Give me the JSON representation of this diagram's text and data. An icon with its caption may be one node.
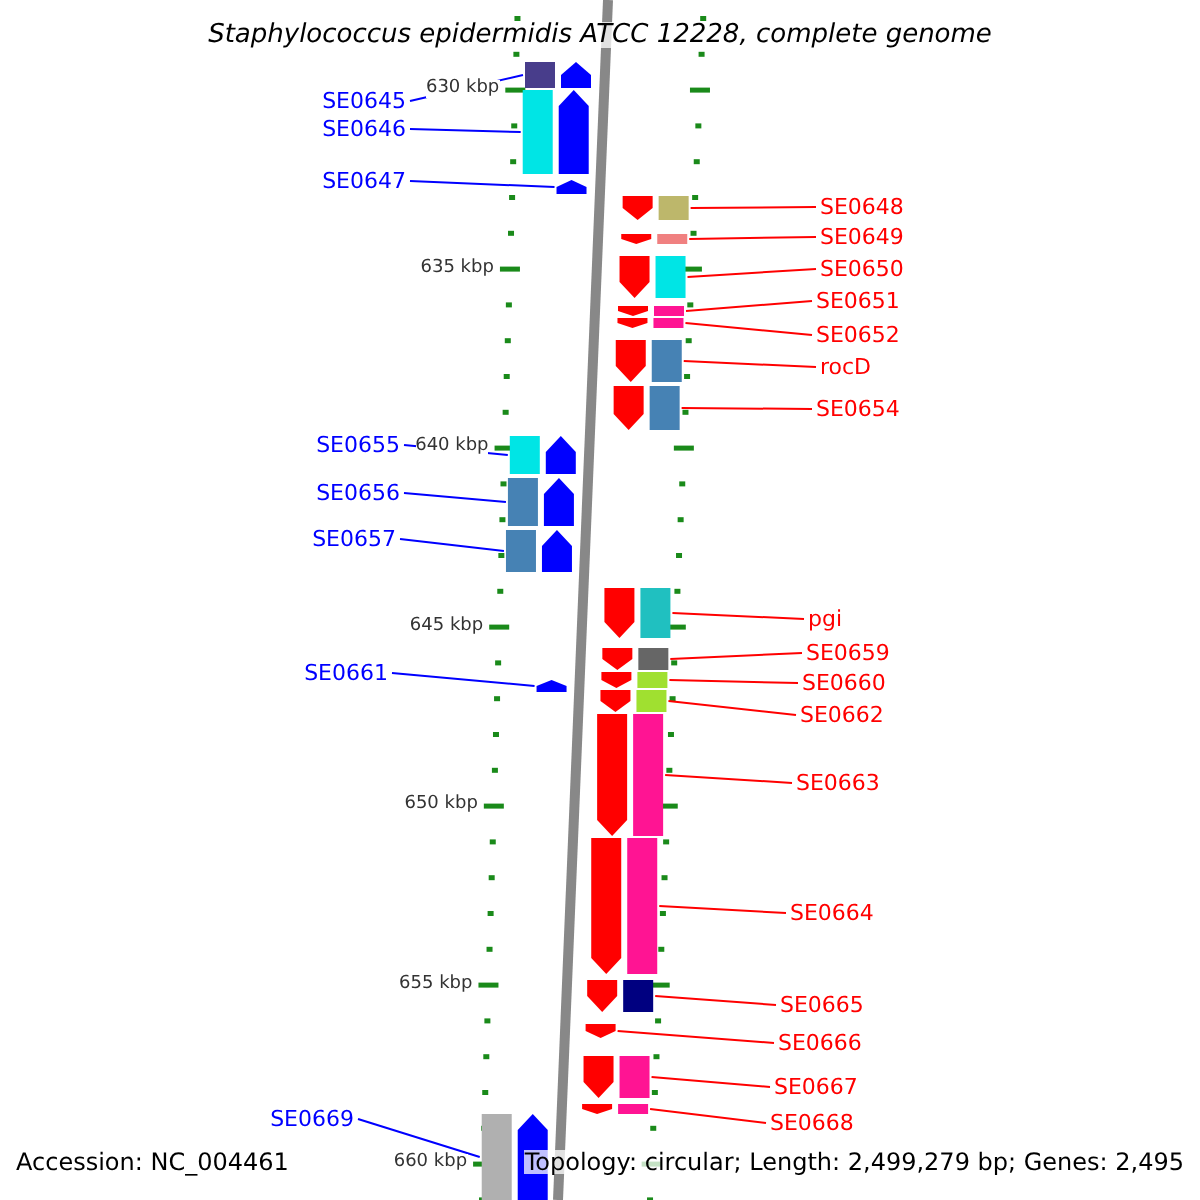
{
  "diagram": {
    "title": "Staphylococcus epidermidis ATCC 12228, complete genome",
    "nodes": [
      {
        "text": [
          "SE0645"
        ]
      },
      {
        "text": [
          "SE0646"
        ]
      },
      {
        "text": [
          "SE0647"
        ]
      },
      {
        "text": [
          "SE0648"
        ]
      },
      {
        "text": [
          "SE0649"
        ]
      },
      {
        "text": [
          "SE0650"
        ]
      },
      {
        "text": [
          "SE0651"
        ]
      },
      {
        "text": [
          "SE0652"
        ]
      },
      {
        "text": [
          "rocD"
        ]
      },
      {
        "text": [
          "SE0654"
        ]
      },
      {
        "text": [
          "SE0655"
        ]
      },
      {
        "text": [
          "SE0656"
        ]
      },
      {
        "text": [
          "SE0657"
        ]
      },
      {
        "text": [
          "pgi"
        ]
      },
      {
        "text": [
          "SE0659"
        ]
      },
      {
        "text": [
          "SE0661"
        ]
      },
      {
        "text": [
          "SE0660"
        ]
      },
      {
        "text": [
          "SE0662"
        ]
      },
      {
        "text": [
          "SE0663"
        ]
      },
      {
        "text": [
          "SE0664"
        ]
      },
      {
        "text": [
          "SE0665"
        ]
      },
      {
        "text": [
          "SE0666"
        ]
      },
      {
        "text": [
          "SE0667"
        ]
      },
      {
        "text": [
          "SE0669"
        ]
      },
      {
        "text": [
          "SE0668"
        ]
      },
      {
        "text": [],
        "shape": "arrow"
      },
      {
        "text": [],
        "shape": "arrow"
      },
      {
        "text": [],
        "shape": "arrow"
      },
      {
        "text": [],
        "shape": "arrow"
      },
      {
        "text": [],
        "shape": "arrow"
      },
      {
        "text": [],
        "shape": "arrow"
      },
      {
        "text": [],
        "shape": "arrow"
      },
      {
        "text": [],
        "shape": "arrow"
      },
      {
        "text": [],
        "shape": "arrow"
      },
      {
        "text": [],
        "shape": "arrow"
      },
      {
        "text": [],
        "shape": "arrow"
      },
      {
        "text": [],
        "shape": "arrow"
      },
      {
        "text": [],
        "shape": "arrow"
      },
      {
        "text": [],
        "shape": "arrow"
      },
      {
        "text": [],
        "shape": "arrow"
      },
      {
        "text": [],
        "shape": "arrow"
      },
      {
        "text": [],
        "shape": "arrow"
      },
      {
        "text": [],
        "shape": "arrow"
      },
      {
        "text": [],
        "shape": "arrow"
      },
      {
        "text": [],
        "shape": "arrow"
      },
      {
        "text": [],
        "shape": "arrow"
      },
      {
        "text": [],
        "shape": "arrow"
      },
      {
        "text": [],
        "shape": "arrow"
      },
      {
        "text": [],
        "shape": "arrow"
      },
      {
        "text": [],
        "shape": "arrow"
      }
    ],
    "edges": [
      {
        "from": 0,
        "to": 25,
        "arrow": "none",
        "color": "#0000ff"
      },
      {
        "from": 1,
        "to": 26,
        "arrow": "none",
        "color": "#0000ff"
      },
      {
        "from": 2,
        "to": 27,
        "arrow": "none",
        "color": "#0000ff"
      },
      {
        "from": 3,
        "to": 28,
        "arrow": "none"
      },
      {
        "from": 4,
        "to": 29,
        "arrow": "none"
      },
      {
        "from": 5,
        "to": 30,
        "arrow": "none"
      },
      {
        "from": 6,
        "to": 31,
        "arrow": "none"
      },
      {
        "from": 7,
        "to": 32,
        "arrow": "none"
      },
      {
        "from": 8,
        "to": 33,
        "arrow": "none"
      },
      {
        "from": 9,
        "to": 34,
        "arrow": "none"
      },
      {
        "from": 10,
        "to": 35,
        "arrow": "none",
        "color": "#0000ff"
      },
      {
        "from": 11,
        "to": 36,
        "arrow": "none",
        "color": "#0000ff"
      },
      {
        "from": 12,
        "to": 37,
        "arrow": "none",
        "color": "#0000ff"
      },
      {
        "from": 13,
        "to": 38,
        "arrow": "none"
      },
      {
        "from": 14,
        "to": 39,
        "arrow": "none"
      },
      {
        "from": 15,
        "to": 40,
        "arrow": "none",
        "color": "#0000ff"
      },
      {
        "from": 16,
        "to": 41,
        "arrow": "none"
      },
      {
        "from": 17,
        "to": 42,
        "arrow": "none"
      },
      {
        "from": 18,
        "to": 43,
        "arrow": "none"
      },
      {
        "from": 19,
        "to": 44,
        "arrow": "none"
      },
      {
        "from": 20,
        "to": 45,
        "arrow": "none"
      },
      {
        "from": 21,
        "to": 46,
        "arrow": "none"
      },
      {
        "from": 22,
        "to": 47,
        "arrow": "none"
      },
      {
        "from": 23,
        "to": 48,
        "arrow": "none",
        "color": "#0000ff"
      },
      {
        "from": 24,
        "to": 49,
        "arrow": "none"
      }
    ],
    "labels": [
      "630 kbp",
      "635 kbp",
      "640 kbp",
      "645 kbp",
      "650 kbp",
      "655 kbp",
      "660 kbp",
      "Accession: NC_004461",
      "Topology: circular; Length: 2,499,279 bp; Genes: 2,495"
    ]
  }
}
